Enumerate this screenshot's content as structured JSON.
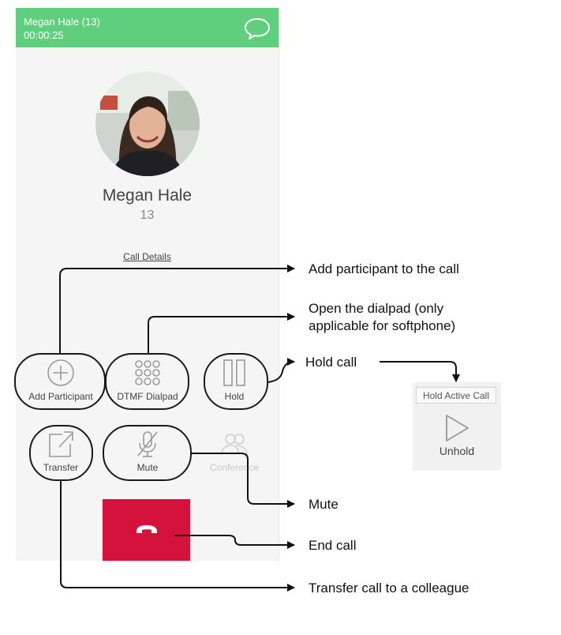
{
  "header": {
    "caller_title": "Megan Hale (13)",
    "timer": "00:00:25",
    "chat_icon": "chat-bubble-icon"
  },
  "caller": {
    "name": "Megan Hale",
    "extension": "13"
  },
  "call_details_link": "Call Details",
  "actions": {
    "add_participant": "Add Participant",
    "dtmf_dialpad": "DTMF Dialpad",
    "hold": "Hold",
    "transfer": "Transfer",
    "mute": "Mute",
    "conference": "Conference"
  },
  "end_call": {
    "icon": "phone-hangup-icon"
  },
  "hold_panel": {
    "tooltip": "Hold Active Call",
    "unhold_label": "Unhold"
  },
  "annotations": {
    "add_participant": "Add participant to the call",
    "dialpad_line1": "Open the dialpad (only",
    "dialpad_line2": "applicable for softphone)",
    "hold": "Hold call",
    "mute": "Mute",
    "end_call": "End call",
    "transfer": "Transfer call to a colleague"
  },
  "colors": {
    "header_green": "#5fcf7d",
    "end_call_red": "#d5123b",
    "panel_bg": "#f5f5f5"
  }
}
